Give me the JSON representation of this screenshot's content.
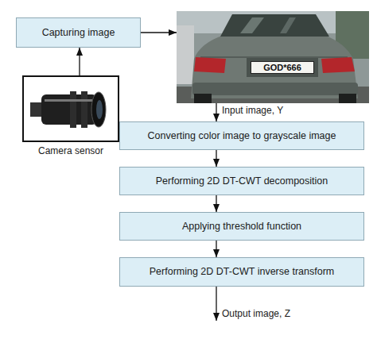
{
  "diagram": {
    "nodes": [
      {
        "text": [
          "Capturing image"
        ]
      },
      {
        "text": [
          "GOD*666"
        ]
      },
      {
        "text": [
          "Camera sensor"
        ]
      },
      {
        "text": [
          "Converting color image to grayscale image"
        ]
      },
      {
        "text": [
          "Performing 2D DT-CWT decomposition"
        ]
      },
      {
        "text": [
          "Applying threshold function"
        ]
      },
      {
        "text": [
          "Performing 2D DT-CWT inverse transform"
        ]
      }
    ],
    "edges": [
      {
        "from": 2,
        "to": 0,
        "arrow": "to"
      },
      {
        "from": 0,
        "to": 1,
        "arrow": "to"
      },
      {
        "from": 1,
        "to": 3,
        "arrow": "to",
        "label": "Input image, Y"
      },
      {
        "from": 3,
        "to": 4,
        "arrow": "to"
      },
      {
        "from": 4,
        "to": 5,
        "arrow": "to"
      },
      {
        "from": 5,
        "to": 6,
        "arrow": "to"
      }
    ],
    "labels": [
      "Output image, Z"
    ]
  }
}
